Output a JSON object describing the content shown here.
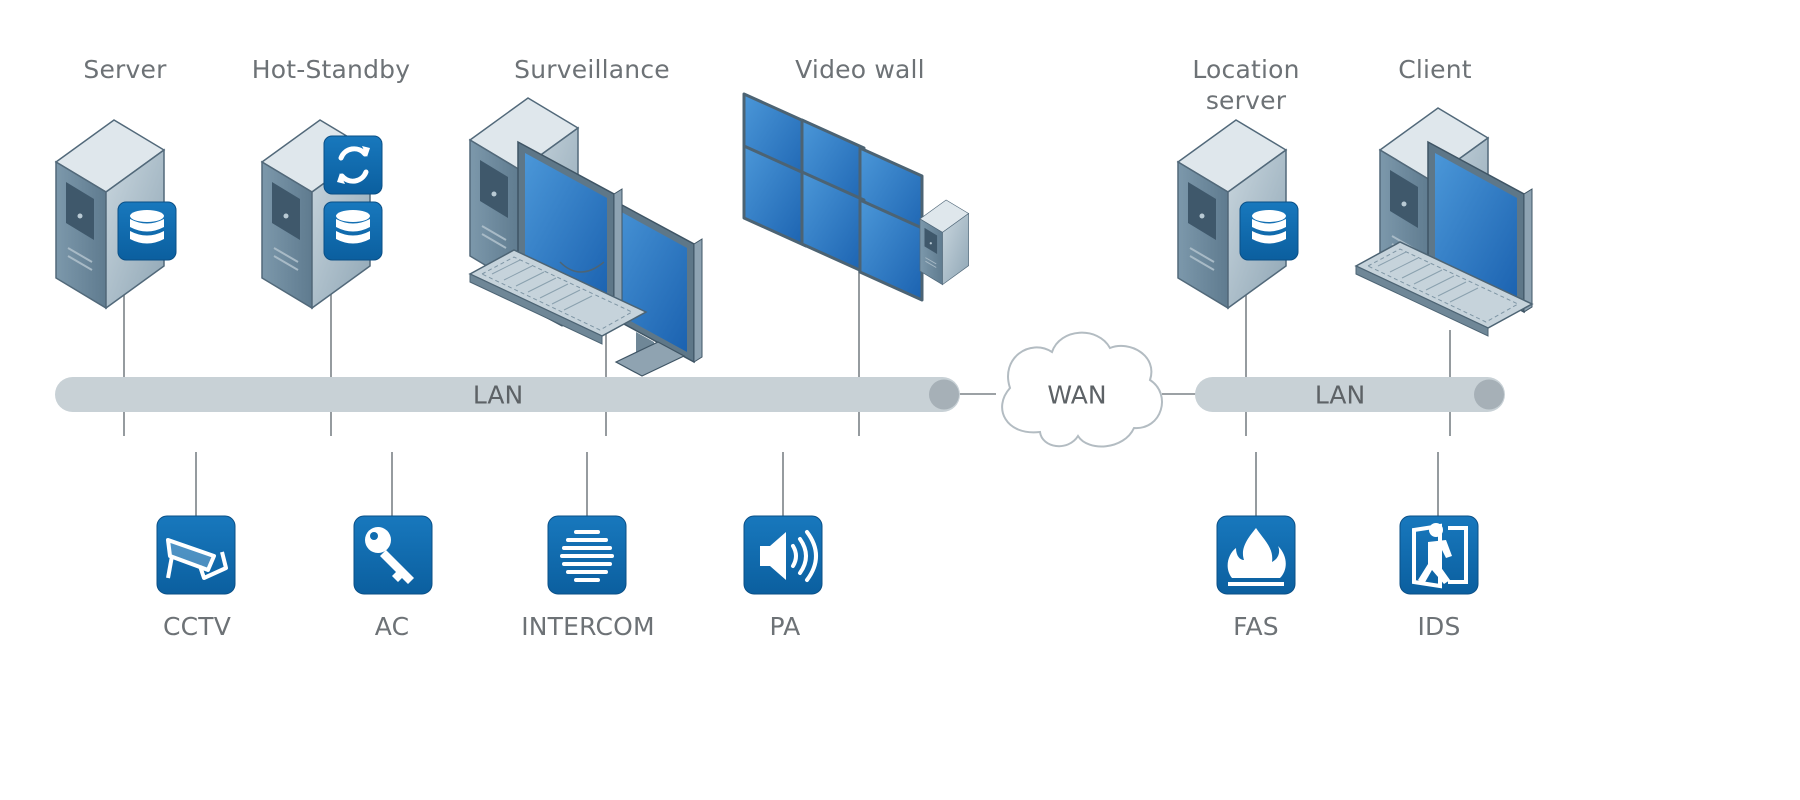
{
  "top_devices": {
    "server": "Server",
    "hot_standby": "Hot-Standby",
    "surveillance": "Surveillance",
    "video_wall": "Video wall",
    "location_server": "Location server",
    "client": "Client"
  },
  "networks": {
    "lan_left": "LAN",
    "wan": "WAN",
    "lan_right": "LAN"
  },
  "subsystems": {
    "cctv": "CCTV",
    "ac": "AC",
    "intercom": "INTERCOM",
    "pa": "PA",
    "fas": "FAS",
    "ids": "IDS"
  },
  "icons": {
    "server": "tower-database-icon",
    "hot_standby": "tower-sync-database-icon",
    "surveillance": "workstation-dual-monitor-icon",
    "video_wall": "video-wall-icon",
    "location_server": "tower-database-icon",
    "client": "workstation-monitor-icon",
    "cctv": "camera-icon",
    "ac": "key-icon",
    "intercom": "intercom-icon",
    "pa": "speaker-icon",
    "fas": "flame-icon",
    "ids": "intruder-icon"
  },
  "colors": {
    "icon_blue": "#0f6cb0",
    "bus": "#c8d1d6",
    "bus_cap": "#a6b0b7",
    "line": "#7b8287",
    "text": "#6d7276"
  }
}
